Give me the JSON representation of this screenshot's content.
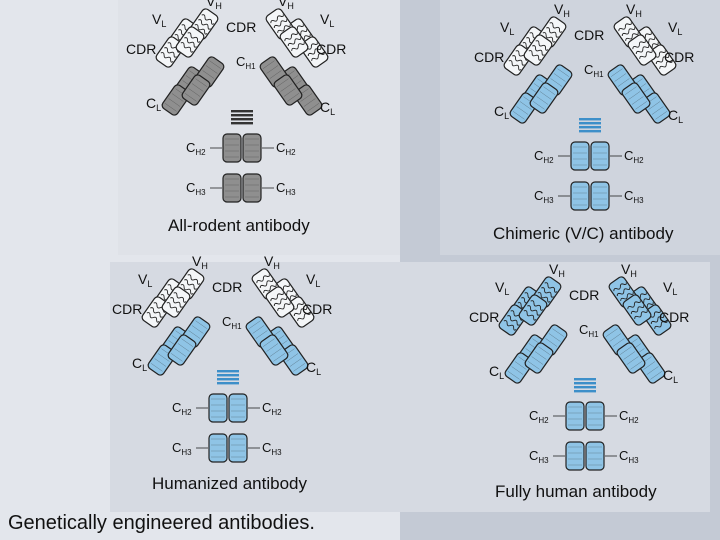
{
  "caption_main": "Genetically engineered antibodies.",
  "labels": {
    "VH_main": "V",
    "VH_sub": "H",
    "VL_main": "V",
    "VL_sub": "L",
    "CDR": "CDR",
    "CH1_main": "C",
    "CH1_sub": "H1",
    "CH2_main": "C",
    "CH2_sub": "H2",
    "CH3_main": "C",
    "CH3_sub": "H3",
    "CL_main": "C",
    "CL_sub": "L"
  },
  "panels": [
    {
      "caption": "All-rodent antibody"
    },
    {
      "caption": "Chimeric (V/C) antibody"
    },
    {
      "caption": "Humanized antibody"
    },
    {
      "caption": "Fully human antibody"
    }
  ],
  "colors": {
    "background": "#c9cfd9",
    "panel_light": "#dde1e8",
    "rodent_fill": "#8f8f8f",
    "human_fill": "#8fc4e6",
    "outline": "#222222"
  }
}
